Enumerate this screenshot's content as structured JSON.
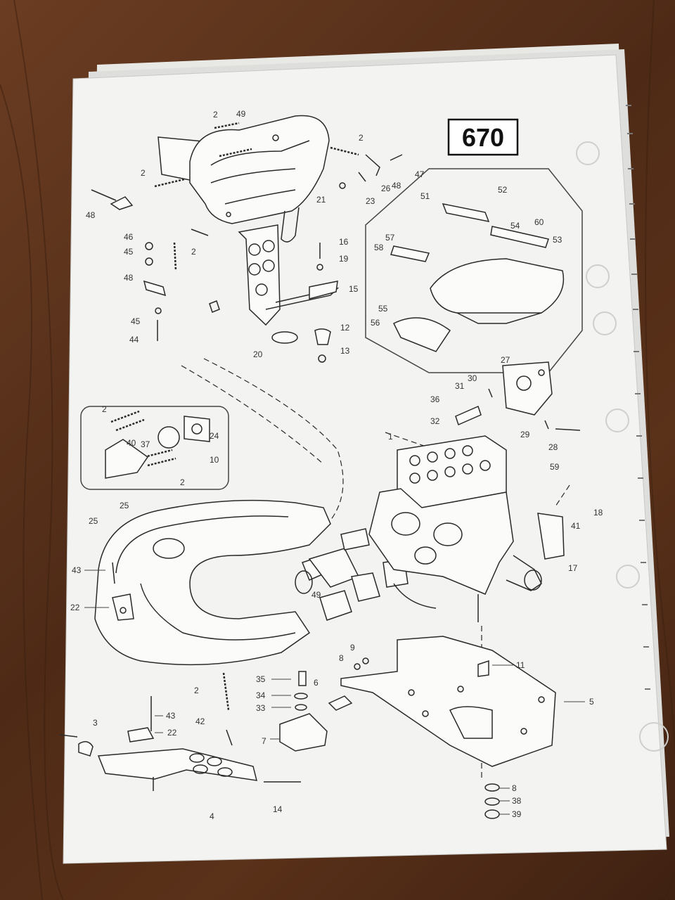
{
  "page": {
    "model_code": "670"
  },
  "callouts": [
    "1",
    "2",
    "2",
    "2",
    "2",
    "2",
    "2",
    "2",
    "3",
    "4",
    "5",
    "6",
    "7",
    "8",
    "8",
    "9",
    "10",
    "11",
    "12",
    "13",
    "14",
    "15",
    "16",
    "17",
    "18",
    "19",
    "20",
    "21",
    "22",
    "22",
    "23",
    "24",
    "25",
    "25",
    "26",
    "27",
    "28",
    "29",
    "30",
    "31",
    "32",
    "33",
    "34",
    "35",
    "36",
    "37",
    "38",
    "39",
    "40",
    "41",
    "42",
    "43",
    "43",
    "44",
    "45",
    "45",
    "46",
    "47",
    "48",
    "48",
    "48",
    "49",
    "49",
    "51",
    "52",
    "53",
    "54",
    "55",
    "56",
    "57",
    "58",
    "59",
    "60"
  ],
  "colors": {
    "paper": "#f3f3f1",
    "ink": "#2a2a2a",
    "table": "#5a3119"
  }
}
